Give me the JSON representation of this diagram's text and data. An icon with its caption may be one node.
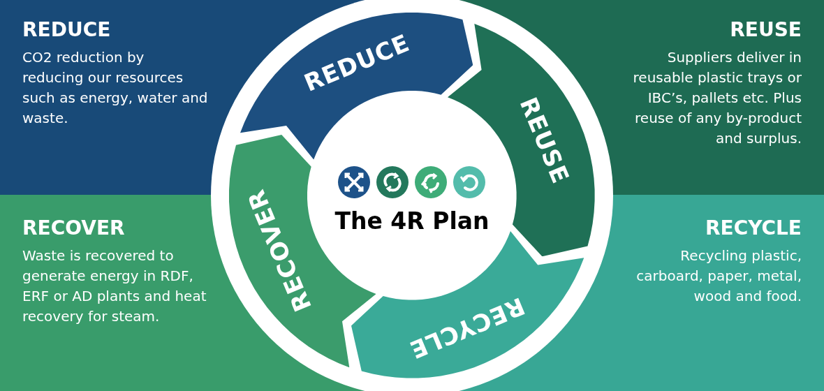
{
  "diagram": {
    "nodes": [
      {
        "text": [
          "REDUCE",
          "CO2 reduction by reducing our resources such as energy, water and waste."
        ]
      },
      {
        "text": [
          "REUSE",
          "Suppliers deliver in reusable plastic trays or IBC’s, pallets etc. Plus reuse of any by-product and surplus."
        ]
      },
      {
        "text": [
          "RECOVER",
          "Waste is recovered to generate energy in RDF, ERF or AD plants and heat recovery for steam."
        ]
      },
      {
        "text": [
          "RECYCLE",
          "Recycling plastic, carboard, paper, metal, wood and food."
        ]
      },
      {
        "text": [
          "REDUCE"
        ]
      },
      {
        "text": [
          "REUSE"
        ]
      },
      {
        "text": [
          "RECYCLE"
        ]
      },
      {
        "text": [
          "RECOVER"
        ]
      },
      {
        "text": [
          "The 4R Plan"
        ]
      }
    ]
  }
}
